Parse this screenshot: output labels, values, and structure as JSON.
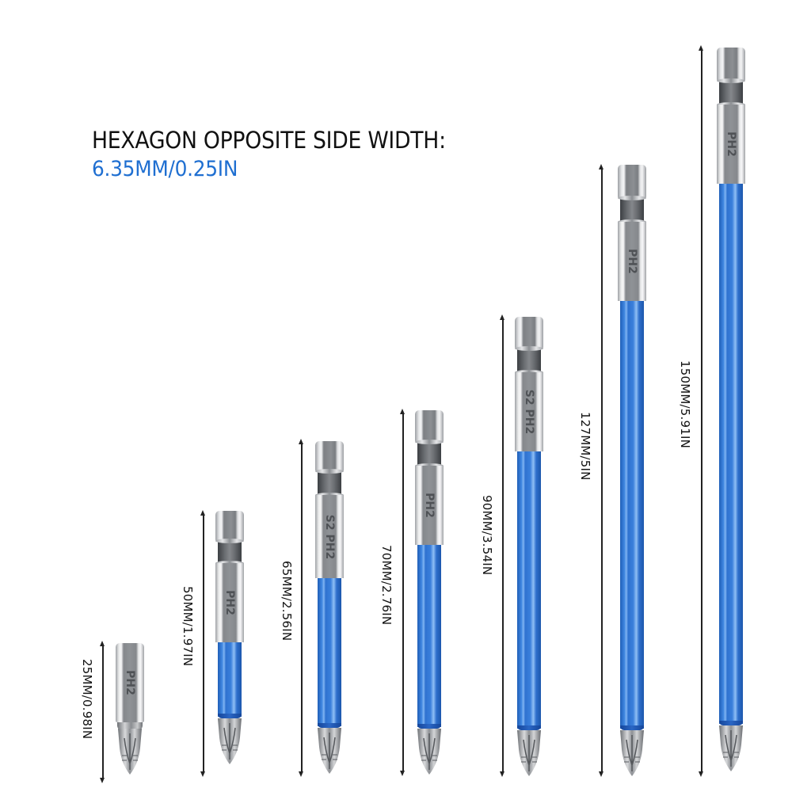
{
  "header": {
    "title": "HEXAGON OPPOSITE SIDE WIDTH:",
    "subtitle": "6.35MM/0.25IN",
    "subtitle_color": "#1f6fd1"
  },
  "colors": {
    "shaft_blue": "#2f72d0",
    "steel": "#8c8f93",
    "text": "#111111"
  },
  "bits": [
    {
      "label": "25MM/0.98IN",
      "mark": "PH2",
      "has_shaft": false
    },
    {
      "label": "50MM/1.97IN",
      "mark": "PH2",
      "has_shaft": true
    },
    {
      "label": "65MM/2.56IN",
      "mark": "S2 PH2",
      "has_shaft": true
    },
    {
      "label": "70MM/2.76IN",
      "mark": "PH2",
      "has_shaft": true
    },
    {
      "label": "90MM/3.54IN",
      "mark": "S2 PH2",
      "has_shaft": true
    },
    {
      "label": "127MM/5IN",
      "mark": "PH2",
      "has_shaft": true
    },
    {
      "label": "150MM/5.91IN",
      "mark": "PH2",
      "has_shaft": true
    }
  ]
}
